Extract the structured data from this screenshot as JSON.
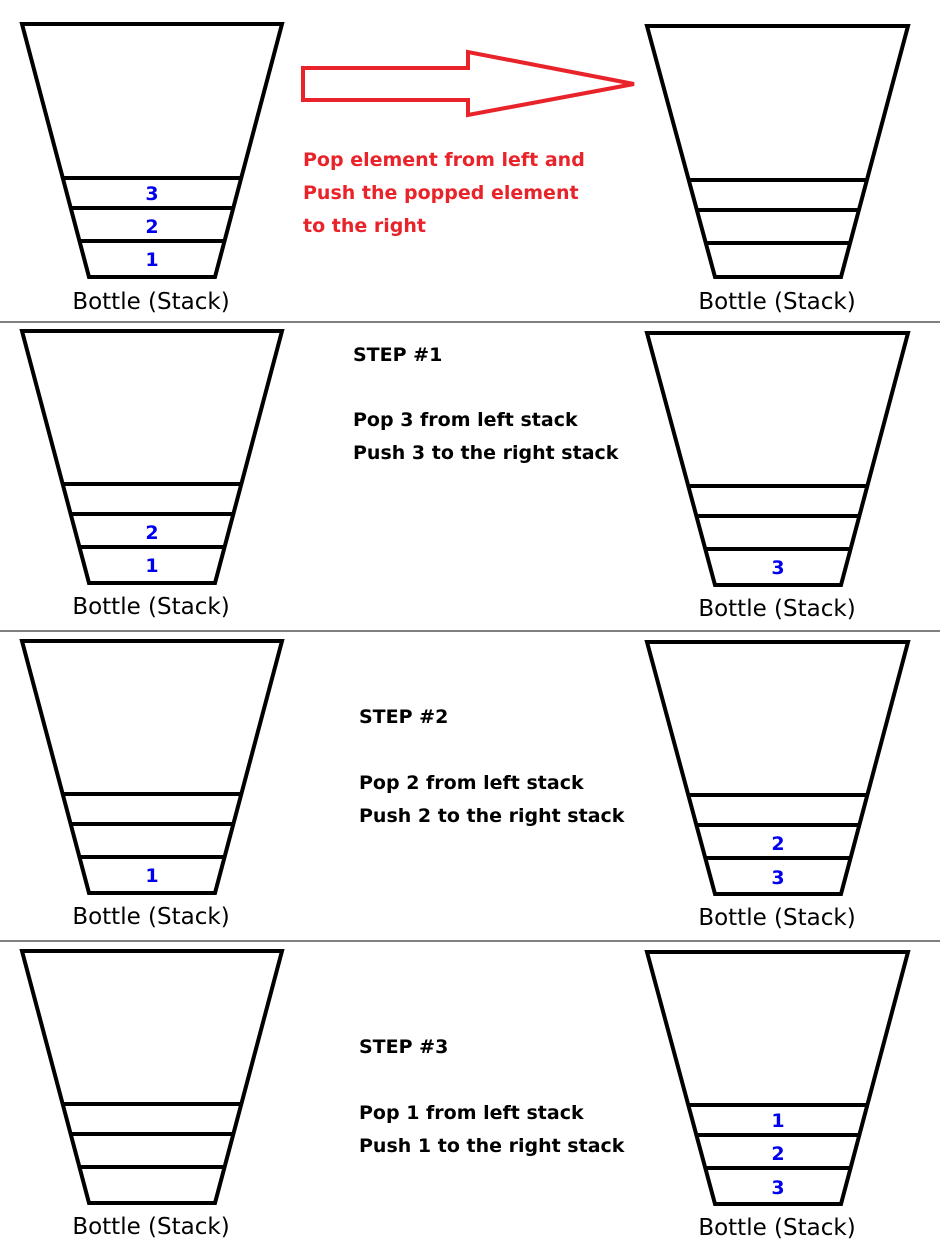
{
  "intro": {
    "left": {
      "label": "Bottle (Stack)",
      "slots": [
        "",
        "",
        "3",
        "2",
        "1"
      ]
    },
    "right": {
      "label": "Bottle (Stack)",
      "slots": [
        "",
        "",
        "",
        "",
        ""
      ]
    },
    "caption_lines": [
      "Pop element from left and",
      "Push the popped element",
      "to the right"
    ],
    "accent_color": "#e8232a"
  },
  "steps": [
    {
      "title": "STEP #1",
      "lines": [
        "Pop 3 from left stack",
        "Push 3 to the right stack"
      ],
      "left": {
        "label": "Bottle (Stack)",
        "slots": [
          "",
          "",
          "",
          "2",
          "1"
        ]
      },
      "right": {
        "label": "Bottle (Stack)",
        "slots": [
          "",
          "",
          "",
          "",
          "3"
        ]
      }
    },
    {
      "title": "STEP #2",
      "lines": [
        "Pop 2 from left stack",
        "Push 2 to the right stack"
      ],
      "left": {
        "label": "Bottle (Stack)",
        "slots": [
          "",
          "",
          "",
          "",
          "1"
        ]
      },
      "right": {
        "label": "Bottle (Stack)",
        "slots": [
          "",
          "",
          "",
          "2",
          "3"
        ]
      }
    },
    {
      "title": "STEP #3",
      "lines": [
        "Pop 1 from left stack",
        "Push 1 to the right stack"
      ],
      "left": {
        "label": "Bottle (Stack)",
        "slots": [
          "",
          "",
          "",
          "",
          ""
        ]
      },
      "right": {
        "label": "Bottle (Stack)",
        "slots": [
          "",
          "",
          "1",
          "2",
          "3"
        ]
      }
    }
  ],
  "number_color": "#0000ee"
}
